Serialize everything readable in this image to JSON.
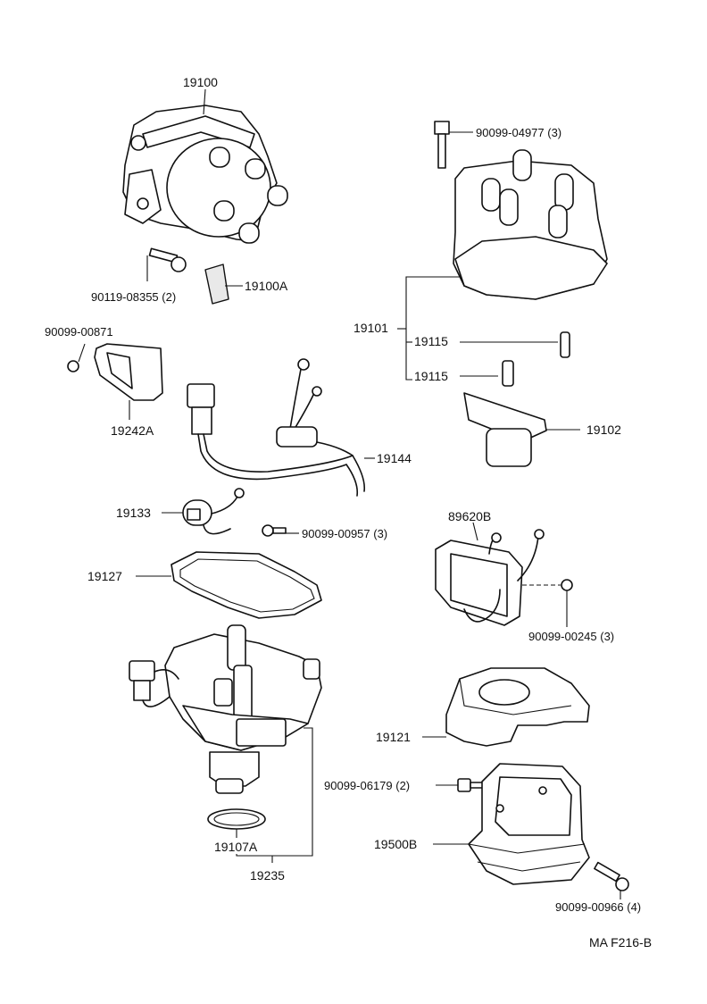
{
  "labels": {
    "p19100": "19100",
    "p90099_04977": "90099-04977 (3)",
    "p90119_08355": "90119-08355 (2)",
    "p19100A": "19100A",
    "p19101": "19101",
    "p19115_a": "19115",
    "p19115_b": "19115",
    "p90099_00871": "90099-00871",
    "p19242A": "19242A",
    "p19102": "19102",
    "p19144": "19144",
    "p19133": "19133",
    "p90099_00957": "90099-00957 (3)",
    "p89620B": "89620B",
    "p19127": "19127",
    "p90099_00245": "90099-00245 (3)",
    "p19121": "19121",
    "p90099_06179": "90099-06179 (2)",
    "p19500B": "19500B",
    "p19107A": "19107A",
    "p19235": "19235",
    "p90099_00966": "90099-00966 (4)",
    "figure_code": "MA  F216-B"
  }
}
